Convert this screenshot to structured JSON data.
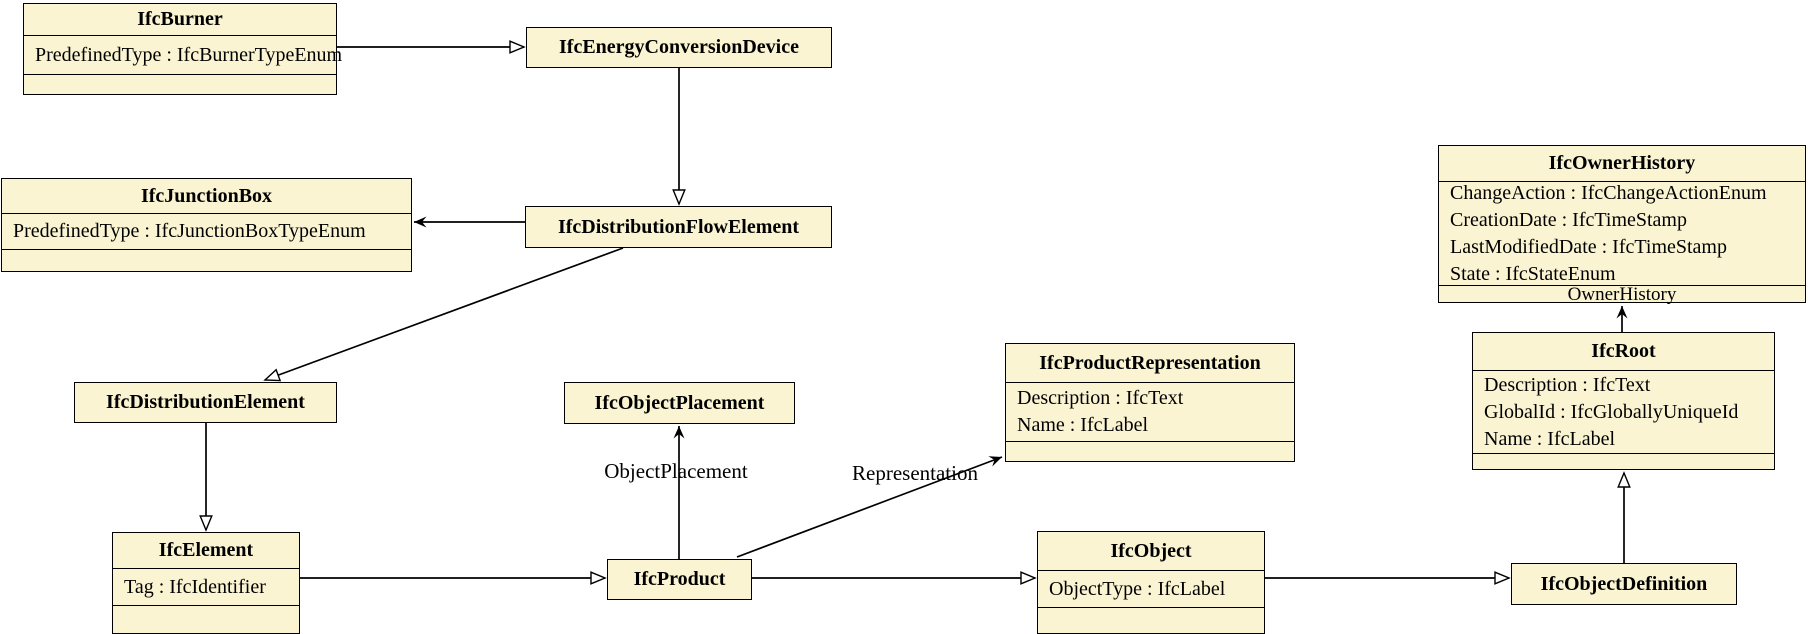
{
  "colors": {
    "background": "#ffffff",
    "node_fill": "#faf4d2",
    "node_border": "#000000",
    "line_color": "#000000"
  },
  "classes": {
    "ifc_burner": {
      "title": "IfcBurner",
      "attributes": [
        "PredefinedType : IfcBurnerTypeEnum"
      ]
    },
    "ifc_energy_conversion_device": {
      "title": "IfcEnergyConversionDevice"
    },
    "ifc_junction_box": {
      "title": "IfcJunctionBox",
      "attributes": [
        "PredefinedType : IfcJunctionBoxTypeEnum"
      ]
    },
    "ifc_distribution_flow_element": {
      "title": "IfcDistributionFlowElement"
    },
    "ifc_distribution_element": {
      "title": "IfcDistributionElement"
    },
    "ifc_object_placement": {
      "title": "IfcObjectPlacement"
    },
    "ifc_product_representation": {
      "title": "IfcProductRepresentation",
      "attributes": [
        "Description : IfcText",
        "Name : IfcLabel"
      ]
    },
    "ifc_element": {
      "title": "IfcElement",
      "attributes": [
        "Tag : IfcIdentifier"
      ]
    },
    "ifc_product": {
      "title": "IfcProduct"
    },
    "ifc_object": {
      "title": "IfcObject",
      "attributes": [
        "ObjectType : IfcLabel"
      ]
    },
    "ifc_owner_history": {
      "title": "IfcOwnerHistory",
      "attributes": [
        "ChangeAction : IfcChangeActionEnum",
        "CreationDate : IfcTimeStamp",
        "LastModifiedDate : IfcTimeStamp",
        "State : IfcStateEnum"
      ],
      "bottom_label": "OwnerHistory"
    },
    "ifc_root": {
      "title": "IfcRoot",
      "attributes": [
        "Description : IfcText",
        "GlobalId : IfcGloballyUniqueId",
        "Name : IfcLabel"
      ]
    },
    "ifc_object_definition": {
      "title": "IfcObjectDefinition"
    }
  },
  "edge_labels": {
    "object_placement": "ObjectPlacement",
    "representation": "Representation"
  }
}
